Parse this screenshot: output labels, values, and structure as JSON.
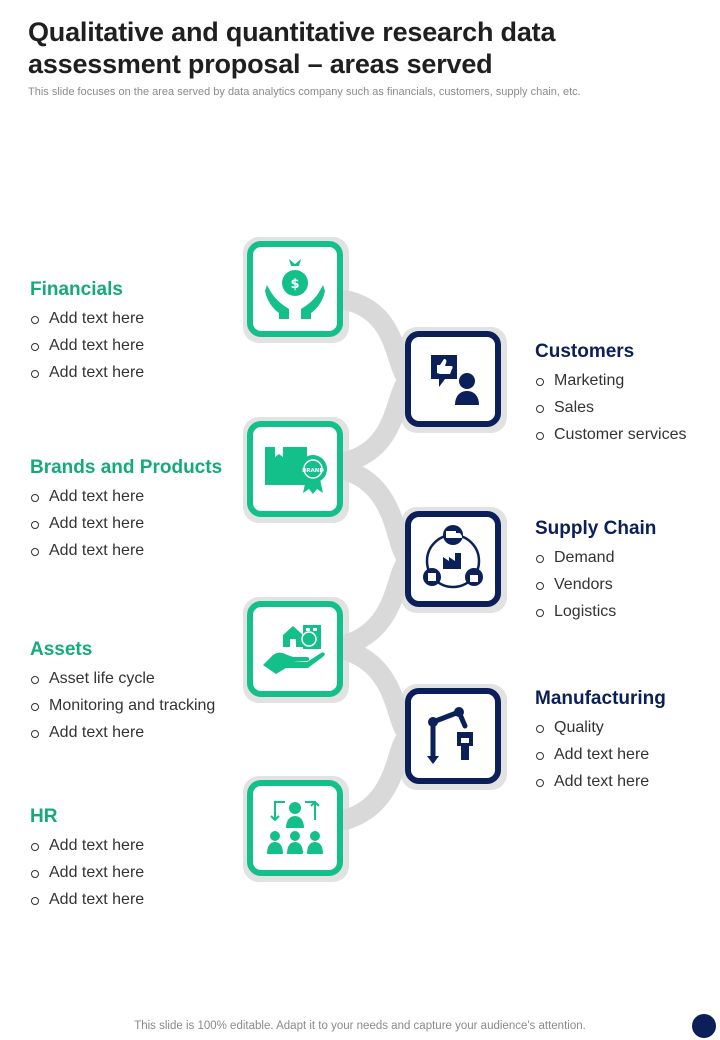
{
  "header": {
    "title": "Qualitative and quantitative research data assessment proposal – areas served",
    "subtitle": "This slide focuses on the area served by data analytics company such as financials, customers, supply chain, etc."
  },
  "areas_left": [
    {
      "title": "Financials",
      "items": [
        "Add text here",
        "Add text here",
        "Add text here"
      ],
      "icon": "money-bag-hands-icon"
    },
    {
      "title": "Brands and Products",
      "items": [
        "Add text here",
        "Add text here",
        "Add text here"
      ],
      "icon": "brand-box-icon"
    },
    {
      "title": "Assets",
      "items": [
        "Asset life cycle",
        "Monitoring and tracking",
        "Add text here"
      ],
      "icon": "asset-hand-icon"
    },
    {
      "title": "HR",
      "items": [
        "Add text here",
        "Add text here",
        "Add text here"
      ],
      "icon": "team-icon"
    }
  ],
  "areas_right": [
    {
      "title": "Customers",
      "items": [
        "Marketing",
        "Sales",
        "Customer services"
      ],
      "icon": "customer-feedback-icon"
    },
    {
      "title": "Supply Chain",
      "items": [
        "Demand",
        "Vendors",
        "Logistics"
      ],
      "icon": "supply-chain-cycle-icon"
    },
    {
      "title": "Manufacturing",
      "items": [
        "Quality",
        "Add text here",
        "Add text here"
      ],
      "icon": "robot-arm-icon"
    }
  ],
  "colors": {
    "green": "#14c08a",
    "navy": "#0b1f58",
    "connector": "#d9d9d9"
  },
  "footer": {
    "text": "This slide is 100% editable. Adapt it to your needs and capture your audience's attention."
  }
}
